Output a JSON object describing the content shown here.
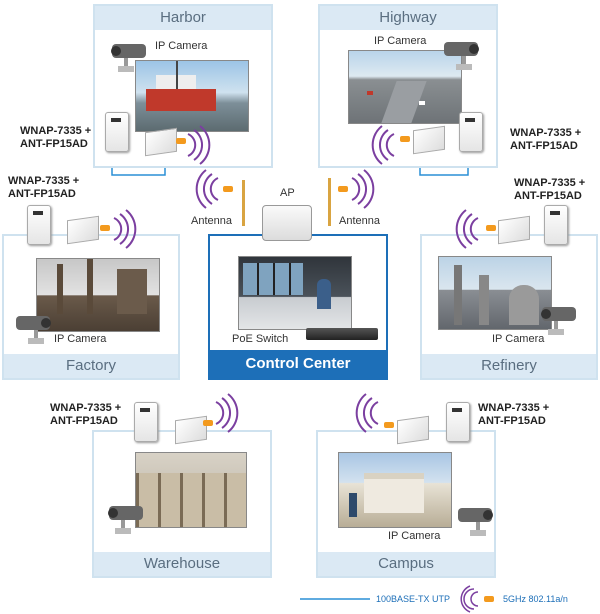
{
  "sites": {
    "harbor": {
      "title": "Harbor",
      "camera_label": "IP Camera"
    },
    "highway": {
      "title": "Highway",
      "camera_label": "IP Camera",
      "device_label_1": "WNAP-7335 +",
      "device_label_2": "ANT-FP15AD"
    },
    "factory": {
      "title": "Factory",
      "camera_label": "IP Camera",
      "device_label_1": "WNAP-7335 +",
      "device_label_2": "ANT-FP15AD"
    },
    "refinery": {
      "title": "Refinery",
      "camera_label": "IP Camera",
      "device_label_1": "WNAP-7335 +",
      "device_label_2": "ANT-FP15AD"
    },
    "warehouse": {
      "title": "Warehouse",
      "device_label_1": "WNAP-7335 +",
      "device_label_2": "ANT-FP15AD"
    },
    "campus": {
      "title": "Campus",
      "camera_label": "IP Camera",
      "device_label_1": "WNAP-7335 +",
      "device_label_2": "ANT-FP15AD"
    }
  },
  "harbor_device": {
    "label_1": "WNAP-7335 +",
    "label_2": "ANT-FP15AD"
  },
  "control_center": {
    "title": "Control Center",
    "ap_label": "AP",
    "antenna_left": "Antenna",
    "antenna_right": "Antenna",
    "switch_label": "PoE Switch"
  },
  "legend": {
    "wired": "100BASE-TX UTP",
    "wireless": "5GHz 802.11a/n"
  },
  "colors": {
    "box_border": "#cfe2ef",
    "title_bar": "#dbe9f4",
    "control_center": "#1d6fb8",
    "wireless_arc": "#7b3fa0",
    "wire": "#2a8fd6",
    "badge": "#f39a1e"
  }
}
